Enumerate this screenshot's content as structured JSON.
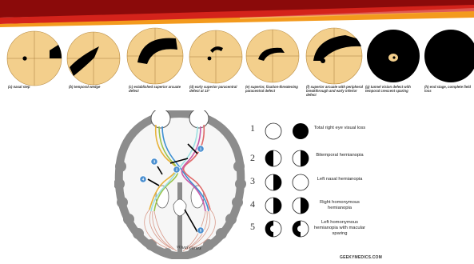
{
  "visual_field_captions": [
    "(a) nasal step",
    "(b) temporal wedge",
    "(c) established superior arcuate defect",
    "(d) early superior paracentral defect at 13°",
    "(e) superior, fixation-threatening paracentral defect",
    "(f) superior arcuate with peripheral breakthrough and early inferior defect",
    "(g) tunnel vision defect with temporal crescent sparing",
    "(h) end stage, complete field loss"
  ],
  "defect_rows": [
    {
      "number": "1",
      "label": "Total right eye visual loss"
    },
    {
      "number": "2",
      "label": "Bitemporal hemianopia"
    },
    {
      "number": "3",
      "label": "Left nasal hemianopia"
    },
    {
      "number": "4",
      "label": "Right homonymous hemianopia"
    },
    {
      "number": "5",
      "label": "Left homonymous hemianopia with macular sparing"
    }
  ],
  "brain_label": "visual cortex",
  "credit": "GEEKYMEDICS.COM",
  "colors": {
    "banner_dark": "#8b0a0a",
    "banner_red": "#d4231b",
    "banner_orange": "#f39a1d",
    "field_bg": "#f3cf8c",
    "defect": "#000000",
    "cortex_gray": "#8c8c8c",
    "lesion_marker": "#4a8fd0"
  }
}
